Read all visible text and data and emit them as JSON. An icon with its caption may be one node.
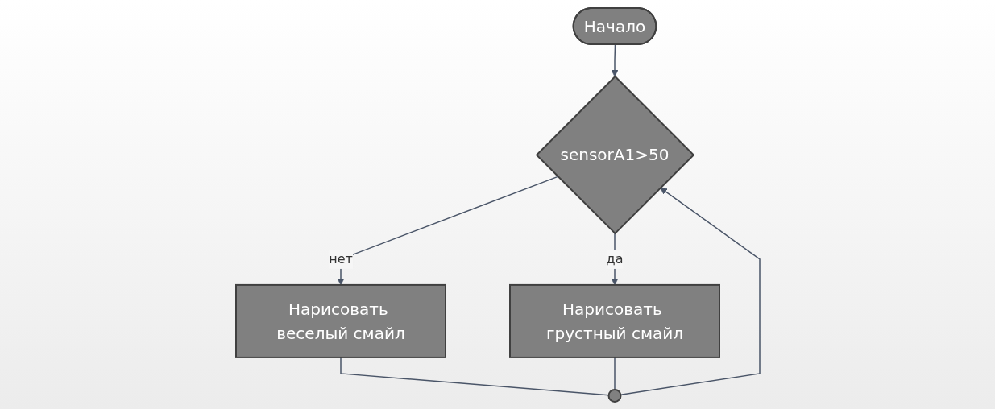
{
  "diagram": {
    "nodes": [
      {
        "text": [
          "Начало"
        ]
      },
      {
        "text": [
          "sensorA1>50"
        ]
      },
      {
        "text": [
          "Нарисовать веселый смайл"
        ]
      },
      {
        "text": [
          "Нарисовать грустный смайл"
        ]
      },
      {
        "text": [],
        "shape": "circle"
      }
    ],
    "edges": [
      {
        "from": 0,
        "to": 1,
        "arrow": "to"
      },
      {
        "from": 1,
        "to": 2,
        "label": "нет",
        "arrow": "to"
      },
      {
        "from": 1,
        "to": 3,
        "label": "да",
        "arrow": "to"
      },
      {
        "from": 2,
        "to": 4,
        "arrow": "none"
      },
      {
        "from": 3,
        "to": 4,
        "arrow": "none"
      },
      {
        "from": 4,
        "to": 1,
        "arrow": "to"
      }
    ]
  }
}
